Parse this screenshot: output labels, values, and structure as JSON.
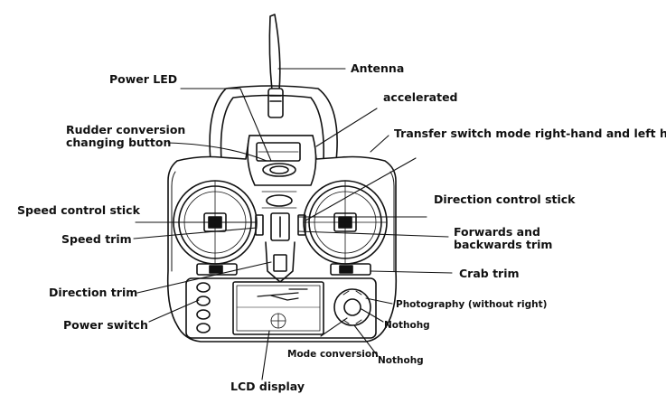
{
  "labels": {
    "antenna": "Antenna",
    "power_led": "Power LED",
    "accelerated": "accelerated",
    "rudder_conversion": "Rudder conversion changing button",
    "transfer_switch": "Transfer switch mode right-hand and left hand",
    "speed_control_stick": "Speed control stick",
    "direction_control_stick": "Direction control stick",
    "speed_trim": "Speed trim",
    "forwards_backwards_trim": "Forwards and backwards trim",
    "crab_trim": "Crab trim",
    "direction_trim": "Direction trim",
    "photography": "Photography (without right)",
    "power_switch": "Power switch",
    "nothohg_1": "Nothohg",
    "mode_conversion": "Mode conversion",
    "nothohg_2": "Nothohg",
    "lcd_display": "LCD display"
  },
  "colors": {
    "line": "#111111",
    "background": "#ffffff"
  }
}
